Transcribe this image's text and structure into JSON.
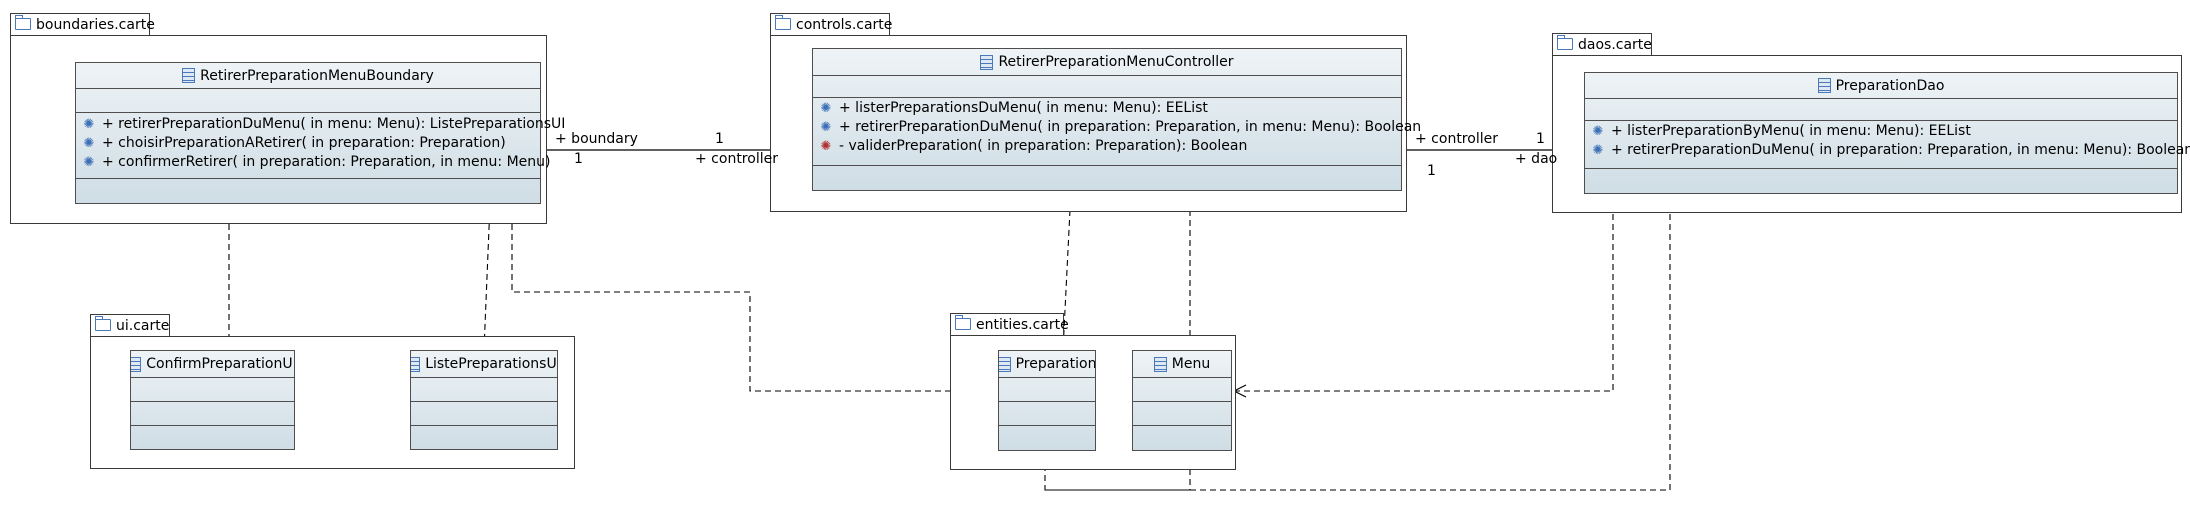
{
  "packages": {
    "boundaries": {
      "name": "boundaries.carte"
    },
    "controls": {
      "name": "controls.carte"
    },
    "daos": {
      "name": "daos.carte"
    },
    "ui": {
      "name": "ui.carte"
    },
    "entities": {
      "name": "entities.carte"
    }
  },
  "classes": {
    "boundary": {
      "name": "RetirerPreparationMenuBoundary",
      "operations": [
        "+ retirerPreparationDuMenu(  in menu: Menu): ListePreparationsUI",
        "+ choisirPreparationARetirer(  in preparation: Preparation)",
        "+ confirmerRetirer(  in preparation: Preparation,    in menu: Menu)"
      ]
    },
    "controller": {
      "name": "RetirerPreparationMenuController",
      "operations": [
        "+ listerPreparationsDuMenu(  in menu: Menu): EEList",
        "+ retirerPreparationDuMenu(  in preparation: Preparation,    in menu: Menu): Boolean",
        "- validerPreparation(  in preparation: Preparation): Boolean"
      ]
    },
    "dao": {
      "name": "PreparationDao",
      "operations": [
        "+ listerPreparationByMenu(  in menu: Menu): EEList",
        "+ retirerPreparationDuMenu(  in preparation: Preparation,    in menu: Menu): Boolean"
      ]
    },
    "confirm_ui": {
      "name": "ConfirmPreparationUI"
    },
    "liste_ui": {
      "name": "ListePreparationsUI"
    },
    "preparation": {
      "name": "Preparation"
    },
    "menu": {
      "name": "Menu"
    }
  },
  "associations": {
    "boundary_controller": {
      "role_source": "+ boundary",
      "mult_source": "1",
      "mult_target": "1",
      "role_target": "+ controller"
    },
    "controller_dao": {
      "role_source": "+ controller",
      "mult_source": "1",
      "mult_target": "1",
      "role_target": "+ dao"
    }
  },
  "colors": {
    "class_fill_top": "#eef3f6",
    "class_fill_bottom": "#cfdde5",
    "icon_blue": "#3c6fb5",
    "private_red": "#b03030"
  }
}
